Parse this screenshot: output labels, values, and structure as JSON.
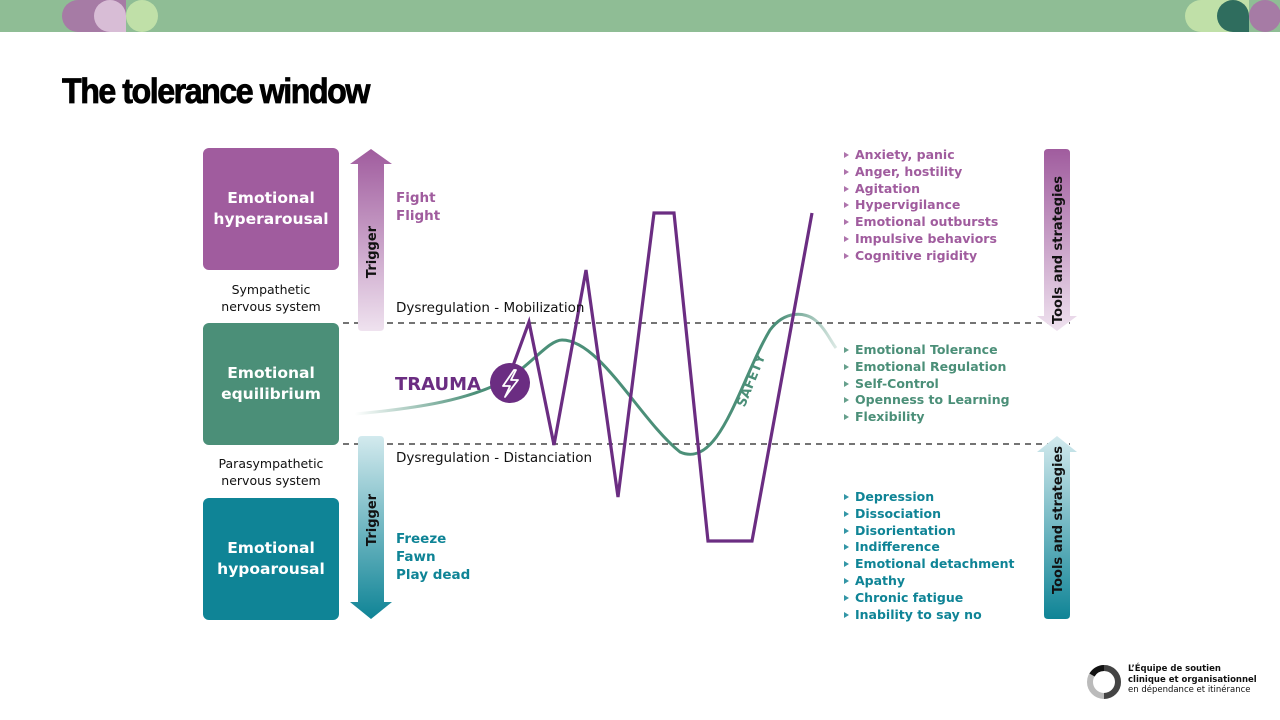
{
  "header": {
    "title": "The tolerance window",
    "colors": {
      "bar": "#8fbd95"
    }
  },
  "states": {
    "hyper": {
      "label_line1": "Emotional",
      "label_line2": "hyperarousal",
      "color": "#a05c9e"
    },
    "equilibrium": {
      "label_line1": "Emotional",
      "label_line2": "equilibrium",
      "color": "#4b8f78"
    },
    "hypo": {
      "label_line1": "Emotional",
      "label_line2": "hypoarousal",
      "color": "#0f8496"
    }
  },
  "nervous_system": {
    "sympathetic_line1": "Sympathetic",
    "sympathetic_line2": "nervous system",
    "parasympathetic_line1": "Parasympathetic",
    "parasympathetic_line2": "nervous system"
  },
  "triggers": {
    "up_label": "Trigger",
    "down_label": "Trigger",
    "hyper_responses": [
      "Fight",
      "Flight"
    ],
    "hypo_responses": [
      "Freeze",
      "Fawn",
      "Play dead"
    ]
  },
  "zones": {
    "mobilization": "Dysregulation - Mobilization",
    "distanciation": "Dysregulation - Distanciation"
  },
  "curve_labels": {
    "trauma": "TRAUMA",
    "trauma_icon": "lightning-bolt-icon",
    "safety": "SAFETY"
  },
  "lists": {
    "hyper": [
      "Anxiety, panic",
      "Anger, hostility",
      "Agitation",
      "Hypervigilance",
      "Emotional outbursts",
      "Impulsive behaviors",
      "Cognitive rigidity"
    ],
    "equilibrium": [
      "Emotional Tolerance",
      "Emotional Regulation",
      "Self-Control",
      "Openness to Learning",
      "Flexibility"
    ],
    "hypo": [
      "Depression",
      "Dissociation",
      "Disorientation",
      "Indifference",
      "Emotional detachment",
      "Apathy",
      "Chronic fatigue",
      "Inability to say no"
    ]
  },
  "tools": {
    "top_label": "Tools and strategies",
    "bottom_label": "Tools and strategies"
  },
  "footer": {
    "org_line1": "L’Équipe de soutien",
    "org_line2": "clinique et organisationnel",
    "org_line3": "en dépendance et itinérance"
  }
}
